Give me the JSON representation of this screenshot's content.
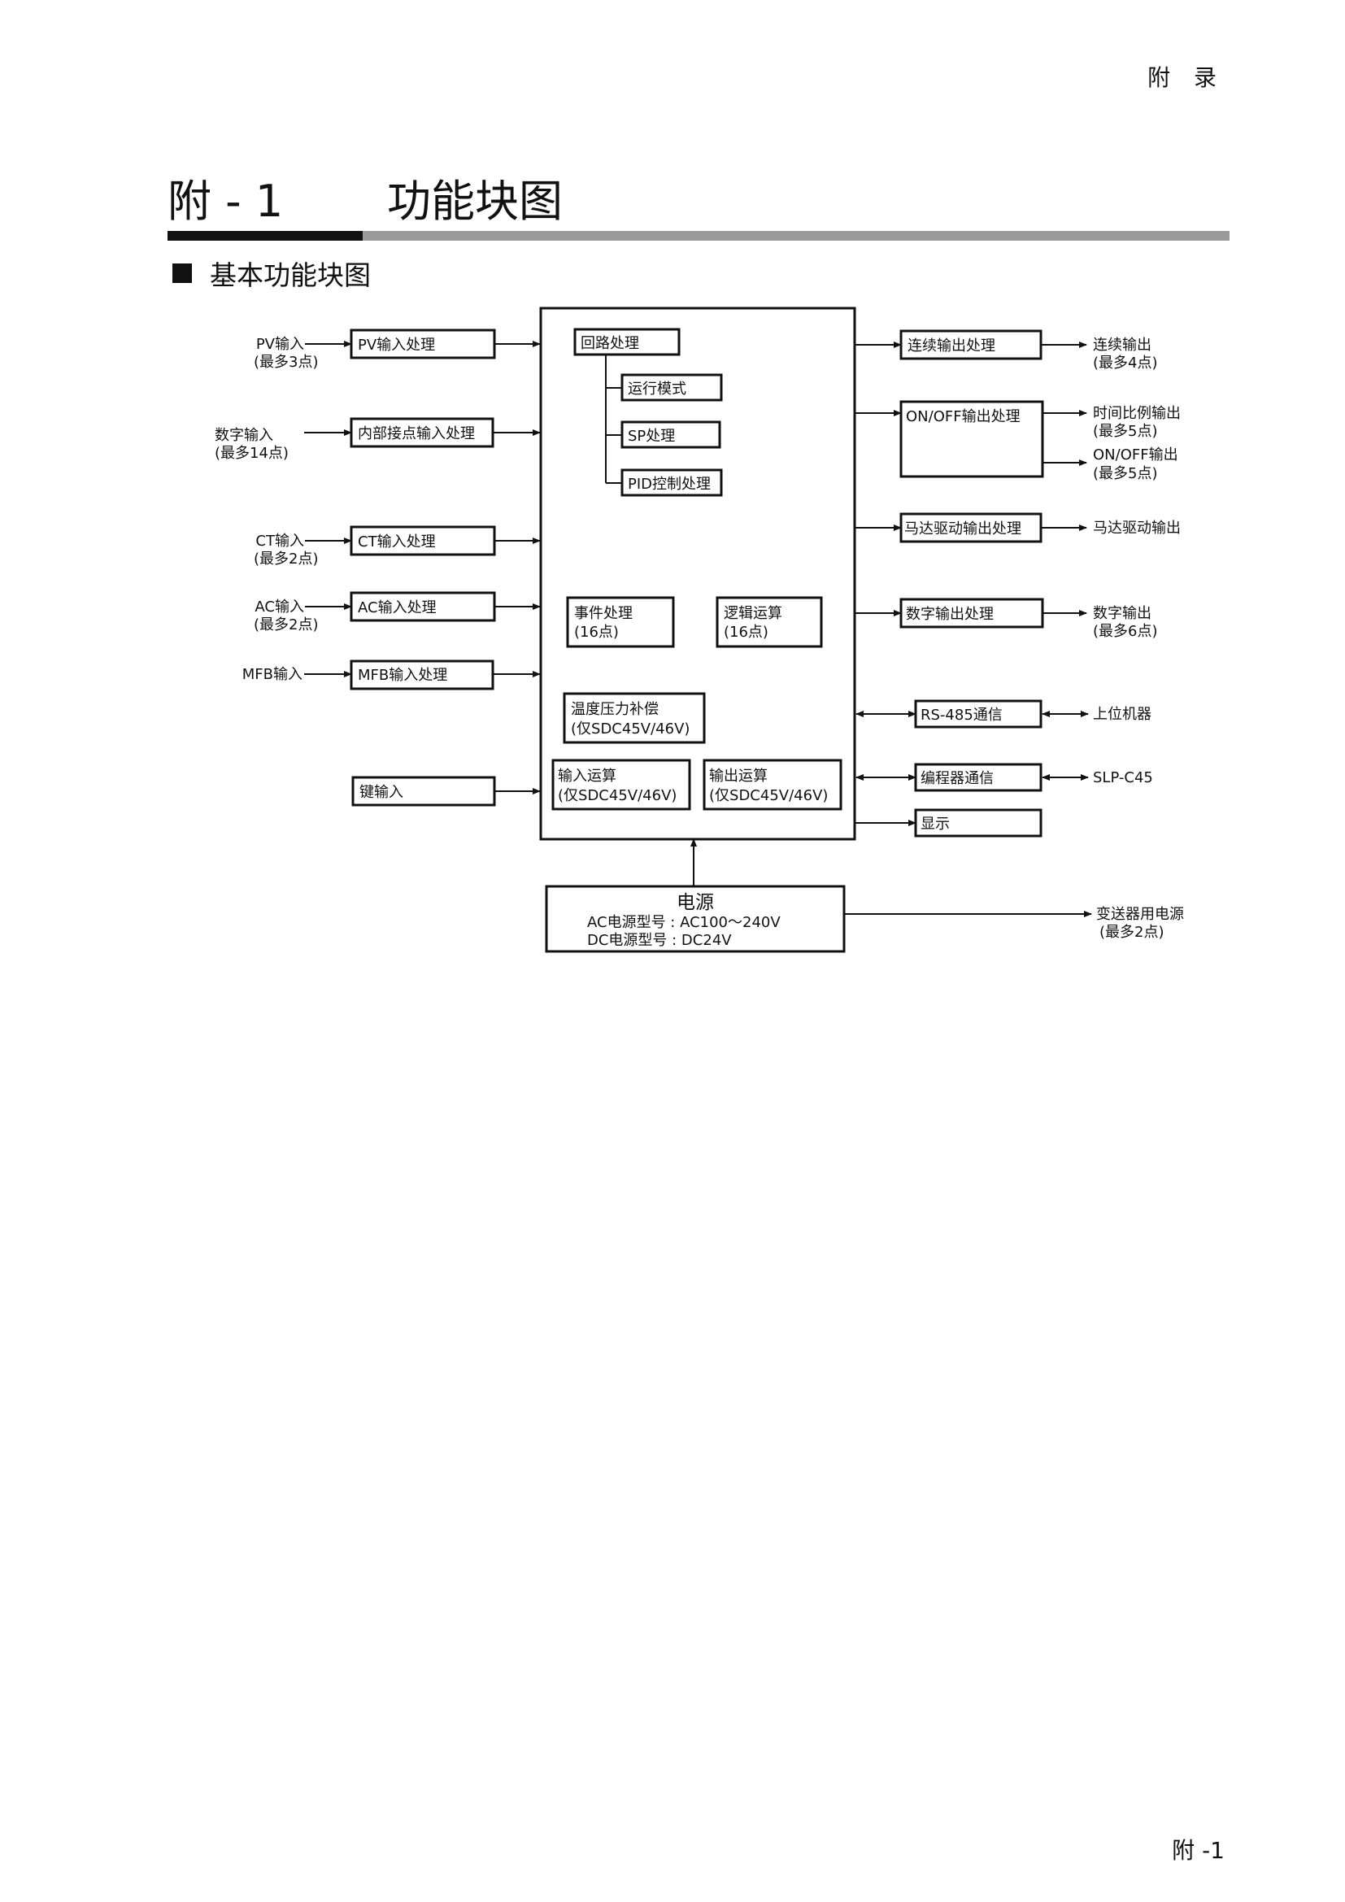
{
  "header": {
    "section_label": "附 录"
  },
  "title": {
    "number": "附 - 1",
    "text": "功能块图"
  },
  "section": {
    "heading": "基本功能块图"
  },
  "diagram": {
    "inputs": [
      {
        "label": "PV输入",
        "note": "(最多3点)",
        "block": "PV输入处理"
      },
      {
        "label": "数字输入",
        "note": "(最多14点)",
        "block": "内部接点输入处理"
      },
      {
        "label": "CT输入",
        "note": "(最多2点)",
        "block": "CT输入处理"
      },
      {
        "label": "AC输入",
        "note": "(最多2点)",
        "block": "AC输入处理"
      },
      {
        "label": "MFB输入",
        "note": "",
        "block": "MFB输入处理"
      },
      {
        "label": "",
        "note": "",
        "block": "键输入"
      }
    ],
    "central": {
      "loop_title": "回路处理",
      "loop_items": [
        "运行模式",
        "SP处理",
        "PID控制处理"
      ],
      "event": {
        "line1": "事件处理",
        "line2": "(16点)"
      },
      "logic": {
        "line1": "逻辑运算",
        "line2": "(16点)"
      },
      "temp_comp": {
        "line1": "温度压力补偿",
        "line2": "(仅SDC45V/46V)"
      },
      "input_calc": {
        "line1": "输入运算",
        "line2": "(仅SDC45V/46V)"
      },
      "output_calc": {
        "line1": "输出运算",
        "line2": "(仅SDC45V/46V)"
      }
    },
    "outputs": {
      "continuous": {
        "block": "连续输出处理",
        "label": "连续输出",
        "note": "(最多4点)"
      },
      "onoff": {
        "block": "ON/OFF输出处理",
        "label1": "时间比例输出",
        "note1": "(最多5点)",
        "label2": "ON/OFF输出",
        "note2": "(最多5点)"
      },
      "motor": {
        "block": "马达驱动输出处理",
        "label": "马达驱动输出"
      },
      "digital": {
        "block": "数字输出处理",
        "label": "数字输出",
        "note": "(最多6点)"
      },
      "rs485": {
        "block": "RS-485通信",
        "label": "上位机器"
      },
      "programmer": {
        "block": "编程器通信",
        "label": "SLP-C45"
      },
      "display": {
        "block": "显示"
      }
    },
    "power": {
      "title": "电源",
      "ac_line": "AC电源型号 : AC100～240V",
      "dc_line": "DC电源型号 : DC24V",
      "output_label": "变送器用电源",
      "output_note": "(最多2点)"
    }
  },
  "footer": {
    "page_number": "附 -1"
  }
}
